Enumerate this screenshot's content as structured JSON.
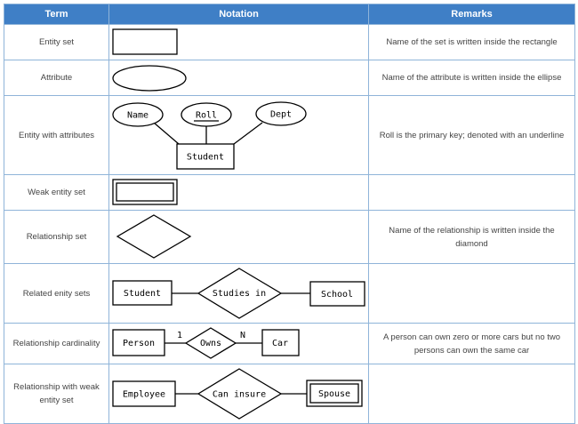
{
  "headers": {
    "term": "Term",
    "notation": "Notation",
    "remarks": "Remarks"
  },
  "rows": [
    {
      "term": "Entity set",
      "remarks": "Name of the set is written inside the rectangle"
    },
    {
      "term": "Attribute",
      "remarks": "Name of the attribute is written inside the ellipse"
    },
    {
      "term": "Entity with attributes",
      "remarks": "Roll is the primary key; denoted with an underline",
      "labels": {
        "name": "Name",
        "roll": "Roll",
        "dept": "Dept",
        "entity": "Student"
      }
    },
    {
      "term": "Weak entity set",
      "remarks": ""
    },
    {
      "term": "Relationship set",
      "remarks": "Name of the relationship is written inside the diamond"
    },
    {
      "term": "Related enity sets",
      "remarks": "",
      "labels": {
        "left": "Student",
        "rel": "Studies in",
        "right": "School"
      }
    },
    {
      "term": "Relationship cardinality",
      "remarks": "A person can own zero or more cars but no two persons can own the same car",
      "labels": {
        "left": "Person",
        "rel": "Owns",
        "right": "Car",
        "card_left": "1",
        "card_right": "N"
      }
    },
    {
      "term": "Relationship with weak entity set",
      "remarks": "",
      "labels": {
        "left": "Employee",
        "rel": "Can insure",
        "right": "Spouse"
      }
    }
  ]
}
